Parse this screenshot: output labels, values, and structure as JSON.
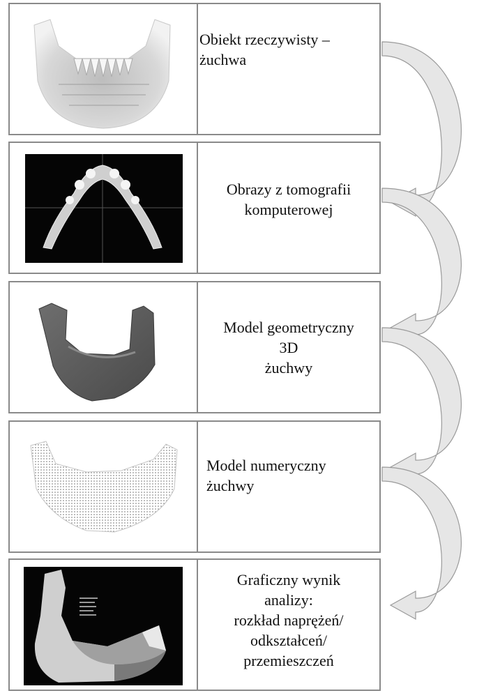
{
  "colors": {
    "border": "#8a8a8a",
    "arrow_fill": "#e6e6e6",
    "arrow_stroke": "#9a9a9a",
    "text": "#111111"
  },
  "steps": [
    {
      "id": "real-object",
      "label": "Obiekt rzeczywisty –\nżuchwa",
      "image": "jaw-photo-image"
    },
    {
      "id": "ct-images",
      "label": "Obrazy z tomografii\nkomputerowej",
      "image": "ct-scan-image"
    },
    {
      "id": "geometric-model",
      "label": "Model geometryczny\n3D\nżuchwy",
      "image": "3d-geometric-model-image"
    },
    {
      "id": "numeric-model",
      "label": "Model numeryczny\nżuchwy",
      "image": "mesh-model-image"
    },
    {
      "id": "result",
      "label": "Graficzny wynik\nanalizy:\nrozkład naprężeń/\nodkształceń/\nprzemieszczeń",
      "image": "stress-map-image"
    }
  ]
}
